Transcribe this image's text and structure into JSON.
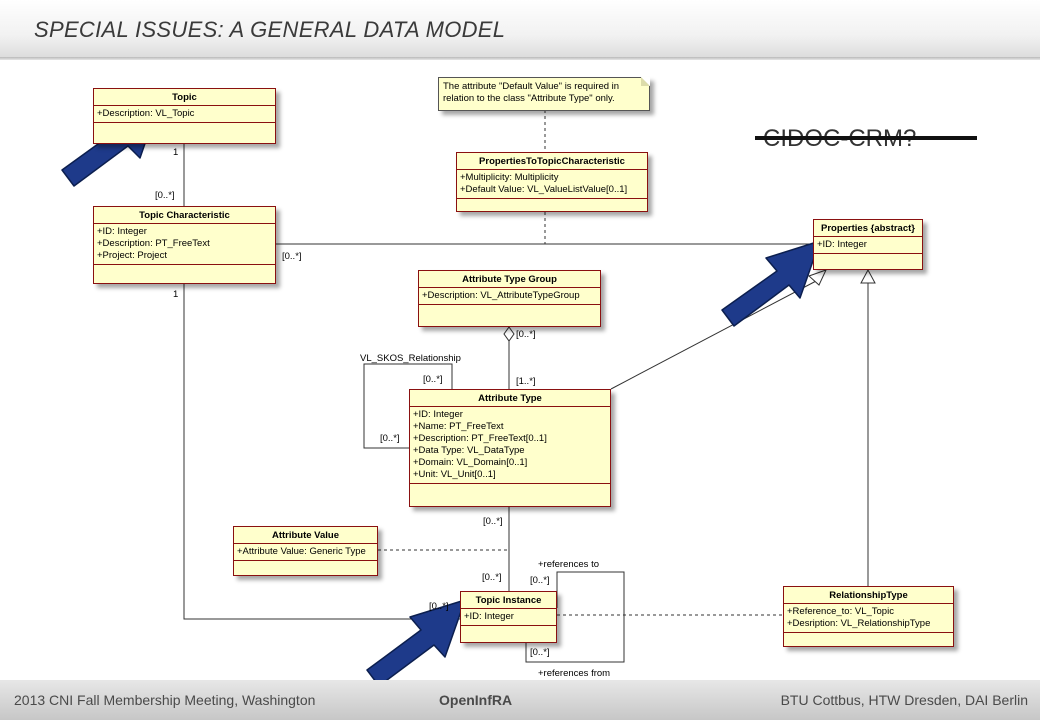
{
  "header": {
    "title": "SPECIAL  ISSUES: A GENERAL DATA MODEL"
  },
  "footer": {
    "left": "2013 CNI Fall Membership Meeting, Washington",
    "center": "OpenInfRA",
    "right": "BTU Cottbus, HTW Dresden, DAI Berlin"
  },
  "annotation": {
    "cidoc": "CIDOC-CRM?"
  },
  "note": {
    "lines": [
      "The attribute \"Default Value\" is required in",
      "relation to the class \"Attribute Type\" only."
    ]
  },
  "classes": {
    "topic": {
      "name": "Topic",
      "attrs": [
        "+Description: VL_Topic"
      ]
    },
    "topic_characteristic": {
      "name": "Topic Characteristic",
      "attrs": [
        "+ID: Integer",
        "+Description: PT_FreeText",
        "+Project: Project"
      ]
    },
    "properties_to_topic": {
      "name": "PropertiesToTopicCharacteristic",
      "attrs": [
        "+Multiplicity: Multiplicity",
        "+Default Value: VL_ValueListValue[0..1]"
      ]
    },
    "properties": {
      "name": "Properties {abstract}",
      "attrs": [
        "+ID: Integer"
      ]
    },
    "attribute_type_group": {
      "name": "Attribute Type Group",
      "attrs": [
        "+Description: VL_AttributeTypeGroup"
      ]
    },
    "attribute_type": {
      "name": "Attribute Type",
      "attrs": [
        "+ID: Integer",
        "+Name: PT_FreeText",
        "+Description: PT_FreeText[0..1]",
        "+Data Type: VL_DataType",
        "+Domain: VL_Domain[0..1]",
        "+Unit: VL_Unit[0..1]"
      ]
    },
    "attribute_value": {
      "name": "Attribute Value",
      "attrs": [
        "+Attribute Value: Generic Type"
      ]
    },
    "topic_instance": {
      "name": "Topic Instance",
      "attrs": [
        "+ID: Integer"
      ]
    },
    "relationship_type": {
      "name": "RelationshipType",
      "attrs": [
        "+Reference_to: VL_Topic",
        "+Desription: VL_RelationshipType"
      ]
    }
  },
  "labels": {
    "m_topic_1": "1",
    "m_tc_top": "[0..*]",
    "m_tc_right": "[0..*]",
    "m_tc_bottom": "1",
    "m_atg_bottom": "[0..*]",
    "m_at_top": "[1..*]",
    "m_skos_a": "[0..*]",
    "m_skos_b": "[0..*]",
    "skos": "VL_SKOS_Relationship",
    "m_at_bottom": "[0..*]",
    "m_ti_top": "[0..*]",
    "m_ti_left": "[0..*]",
    "m_refto": "[0..*]",
    "m_reffrom": "[0..*]",
    "refs_to": "+references to",
    "refs_from": "+references from"
  },
  "colors": {
    "arrow": "#1e3a8a",
    "class_fill": "#ffffcc",
    "class_border": "#8a1010"
  }
}
